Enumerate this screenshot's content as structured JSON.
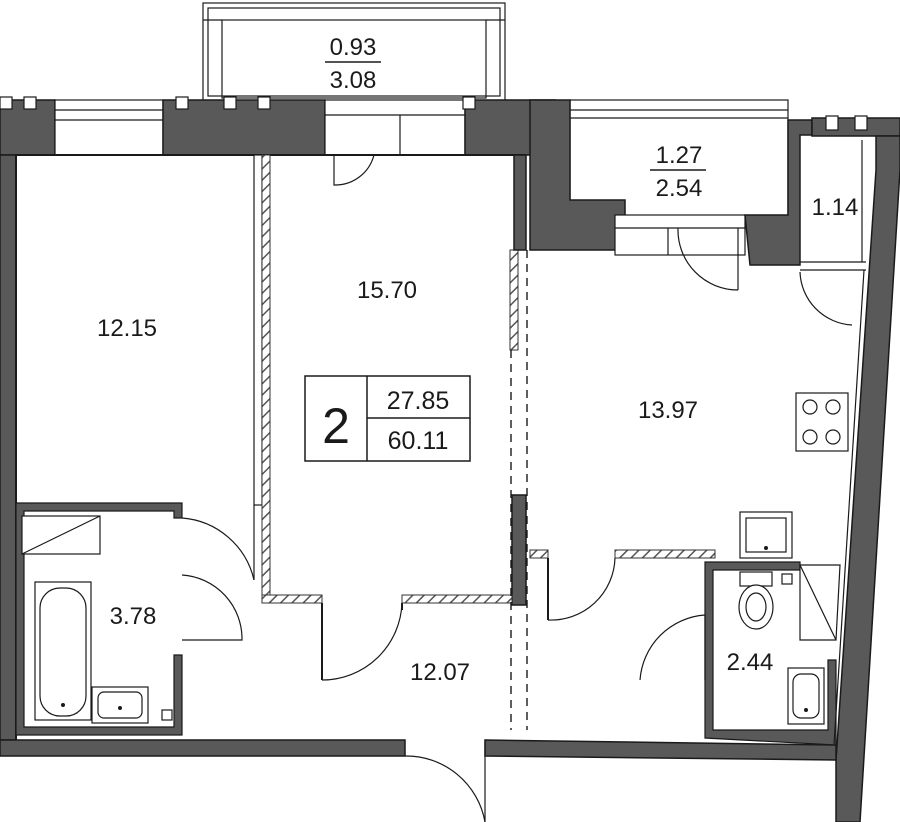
{
  "apartment": {
    "rooms_count": "2",
    "living_area": "27.85",
    "total_area": "60.11"
  },
  "rooms": {
    "bedroom": "12.15",
    "living_room": "15.70",
    "kitchen": "13.97",
    "hall": "12.07",
    "bathroom": "3.78",
    "wc": "2.44",
    "storage": "1.14"
  },
  "balconies": {
    "top": {
      "area": "0.93",
      "total": "3.08"
    },
    "right": {
      "area": "1.27",
      "total": "2.54"
    }
  },
  "colors": {
    "wall": "#595959",
    "line": "#1a1a1a"
  }
}
